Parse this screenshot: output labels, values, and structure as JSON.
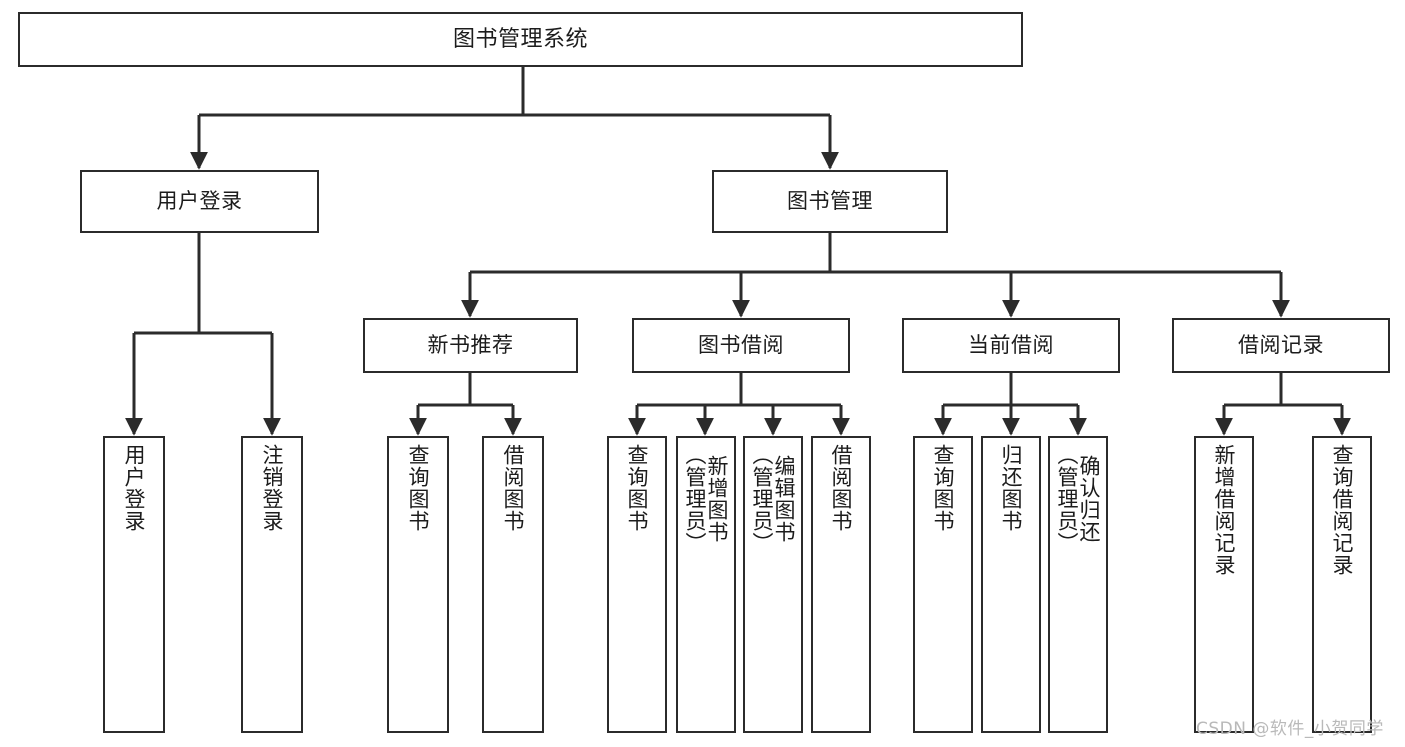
{
  "diagram": {
    "title": "图书管理系统",
    "type": "tree-hierarchy",
    "watermark": "CSDN @软件_小贺同学",
    "colors": {
      "border": "#2b2b2b",
      "background": "#ffffff",
      "text": "#1c1c1c",
      "connector": "#2b2b2b",
      "watermark": "#b9b9b9"
    }
  },
  "nodes": {
    "root": {
      "label": "图书管理系统"
    },
    "level2": [
      {
        "label": "用户登录"
      },
      {
        "label": "图书管理"
      }
    ],
    "level3": [
      {
        "label": "新书推荐"
      },
      {
        "label": "图书借阅"
      },
      {
        "label": "当前借阅"
      },
      {
        "label": "借阅记录"
      }
    ],
    "leaves": {
      "user_login": [
        {
          "label": "用户登录"
        },
        {
          "label": "注销登录"
        }
      ],
      "new_book_recommend": [
        {
          "label": "查询图书"
        },
        {
          "label": "借阅图书"
        }
      ],
      "book_borrow": [
        {
          "label": "查询图书"
        },
        {
          "label": "新增图书\n（管理员）"
        },
        {
          "label": "编辑图书\n（管理员）"
        },
        {
          "label": "借阅图书"
        }
      ],
      "current_borrow": [
        {
          "label": "查询图书"
        },
        {
          "label": "归还图书"
        },
        {
          "label": "确认归还\n（管理员）"
        }
      ],
      "borrow_record": [
        {
          "label": "新增借阅记录"
        },
        {
          "label": "查询借阅记录"
        }
      ]
    }
  }
}
